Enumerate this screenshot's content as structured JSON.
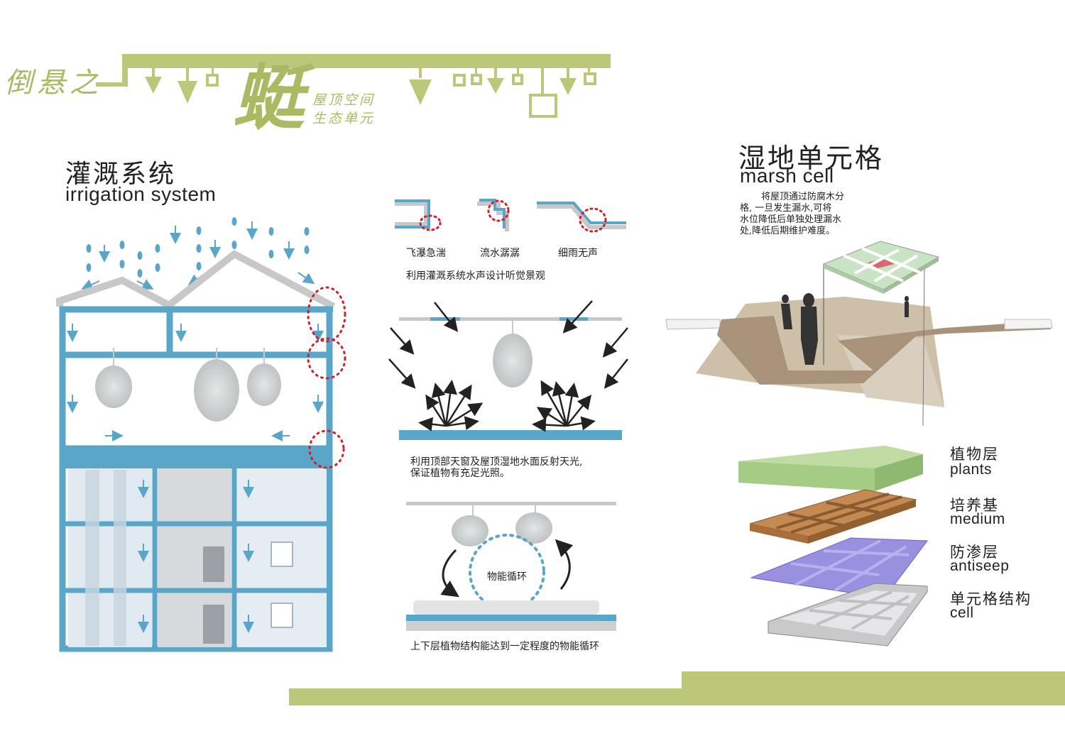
{
  "colors": {
    "accent_green": "#bcc77a",
    "water_blue": "#5aa6c8",
    "roof_gray": "#c8c8c8",
    "dotted_red": "#d0202a",
    "plants_green": "#a5cc84",
    "medium_brown": "#c48a52",
    "antiseep_purple": "#9a90e0",
    "cell_gray": "#c9c9cc"
  },
  "header": {
    "title_part1": "倒悬之",
    "title_big": "蜓",
    "subtitle_line1": "屋顶空间",
    "subtitle_line2": "生态单元"
  },
  "irrigation": {
    "title_cn": "灌溉系统",
    "title_en": "irrigation system"
  },
  "sound_section": {
    "labels": [
      "飞瀑急湍",
      "流水潺潺",
      "细雨无声"
    ],
    "caption": "利用灌溉系统水声设计听觉景观"
  },
  "light_section": {
    "caption_line1": "利用顶部天窗及屋顶湿地水面反射天光,",
    "caption_line2": "保证植物有充足光照。"
  },
  "cycle_section": {
    "center_label": "物能循环",
    "caption": "上下层植物结构能达到一定程度的物能循环"
  },
  "marsh": {
    "title_cn": "湿地单元格",
    "title_en": "marsh cell",
    "desc_line1": "将屋顶通过防腐木分",
    "desc_line2": "格, 一旦发生漏水,可将",
    "desc_line3": "水位降低后单独处理漏水",
    "desc_line4": "处,降低后期维护难度。"
  },
  "layers": [
    {
      "cn": "植物层",
      "en": "plants"
    },
    {
      "cn": "培养基",
      "en": "medium"
    },
    {
      "cn": "防渗层",
      "en": "antiseep"
    },
    {
      "cn": "单元格结构",
      "en": "cell"
    }
  ]
}
